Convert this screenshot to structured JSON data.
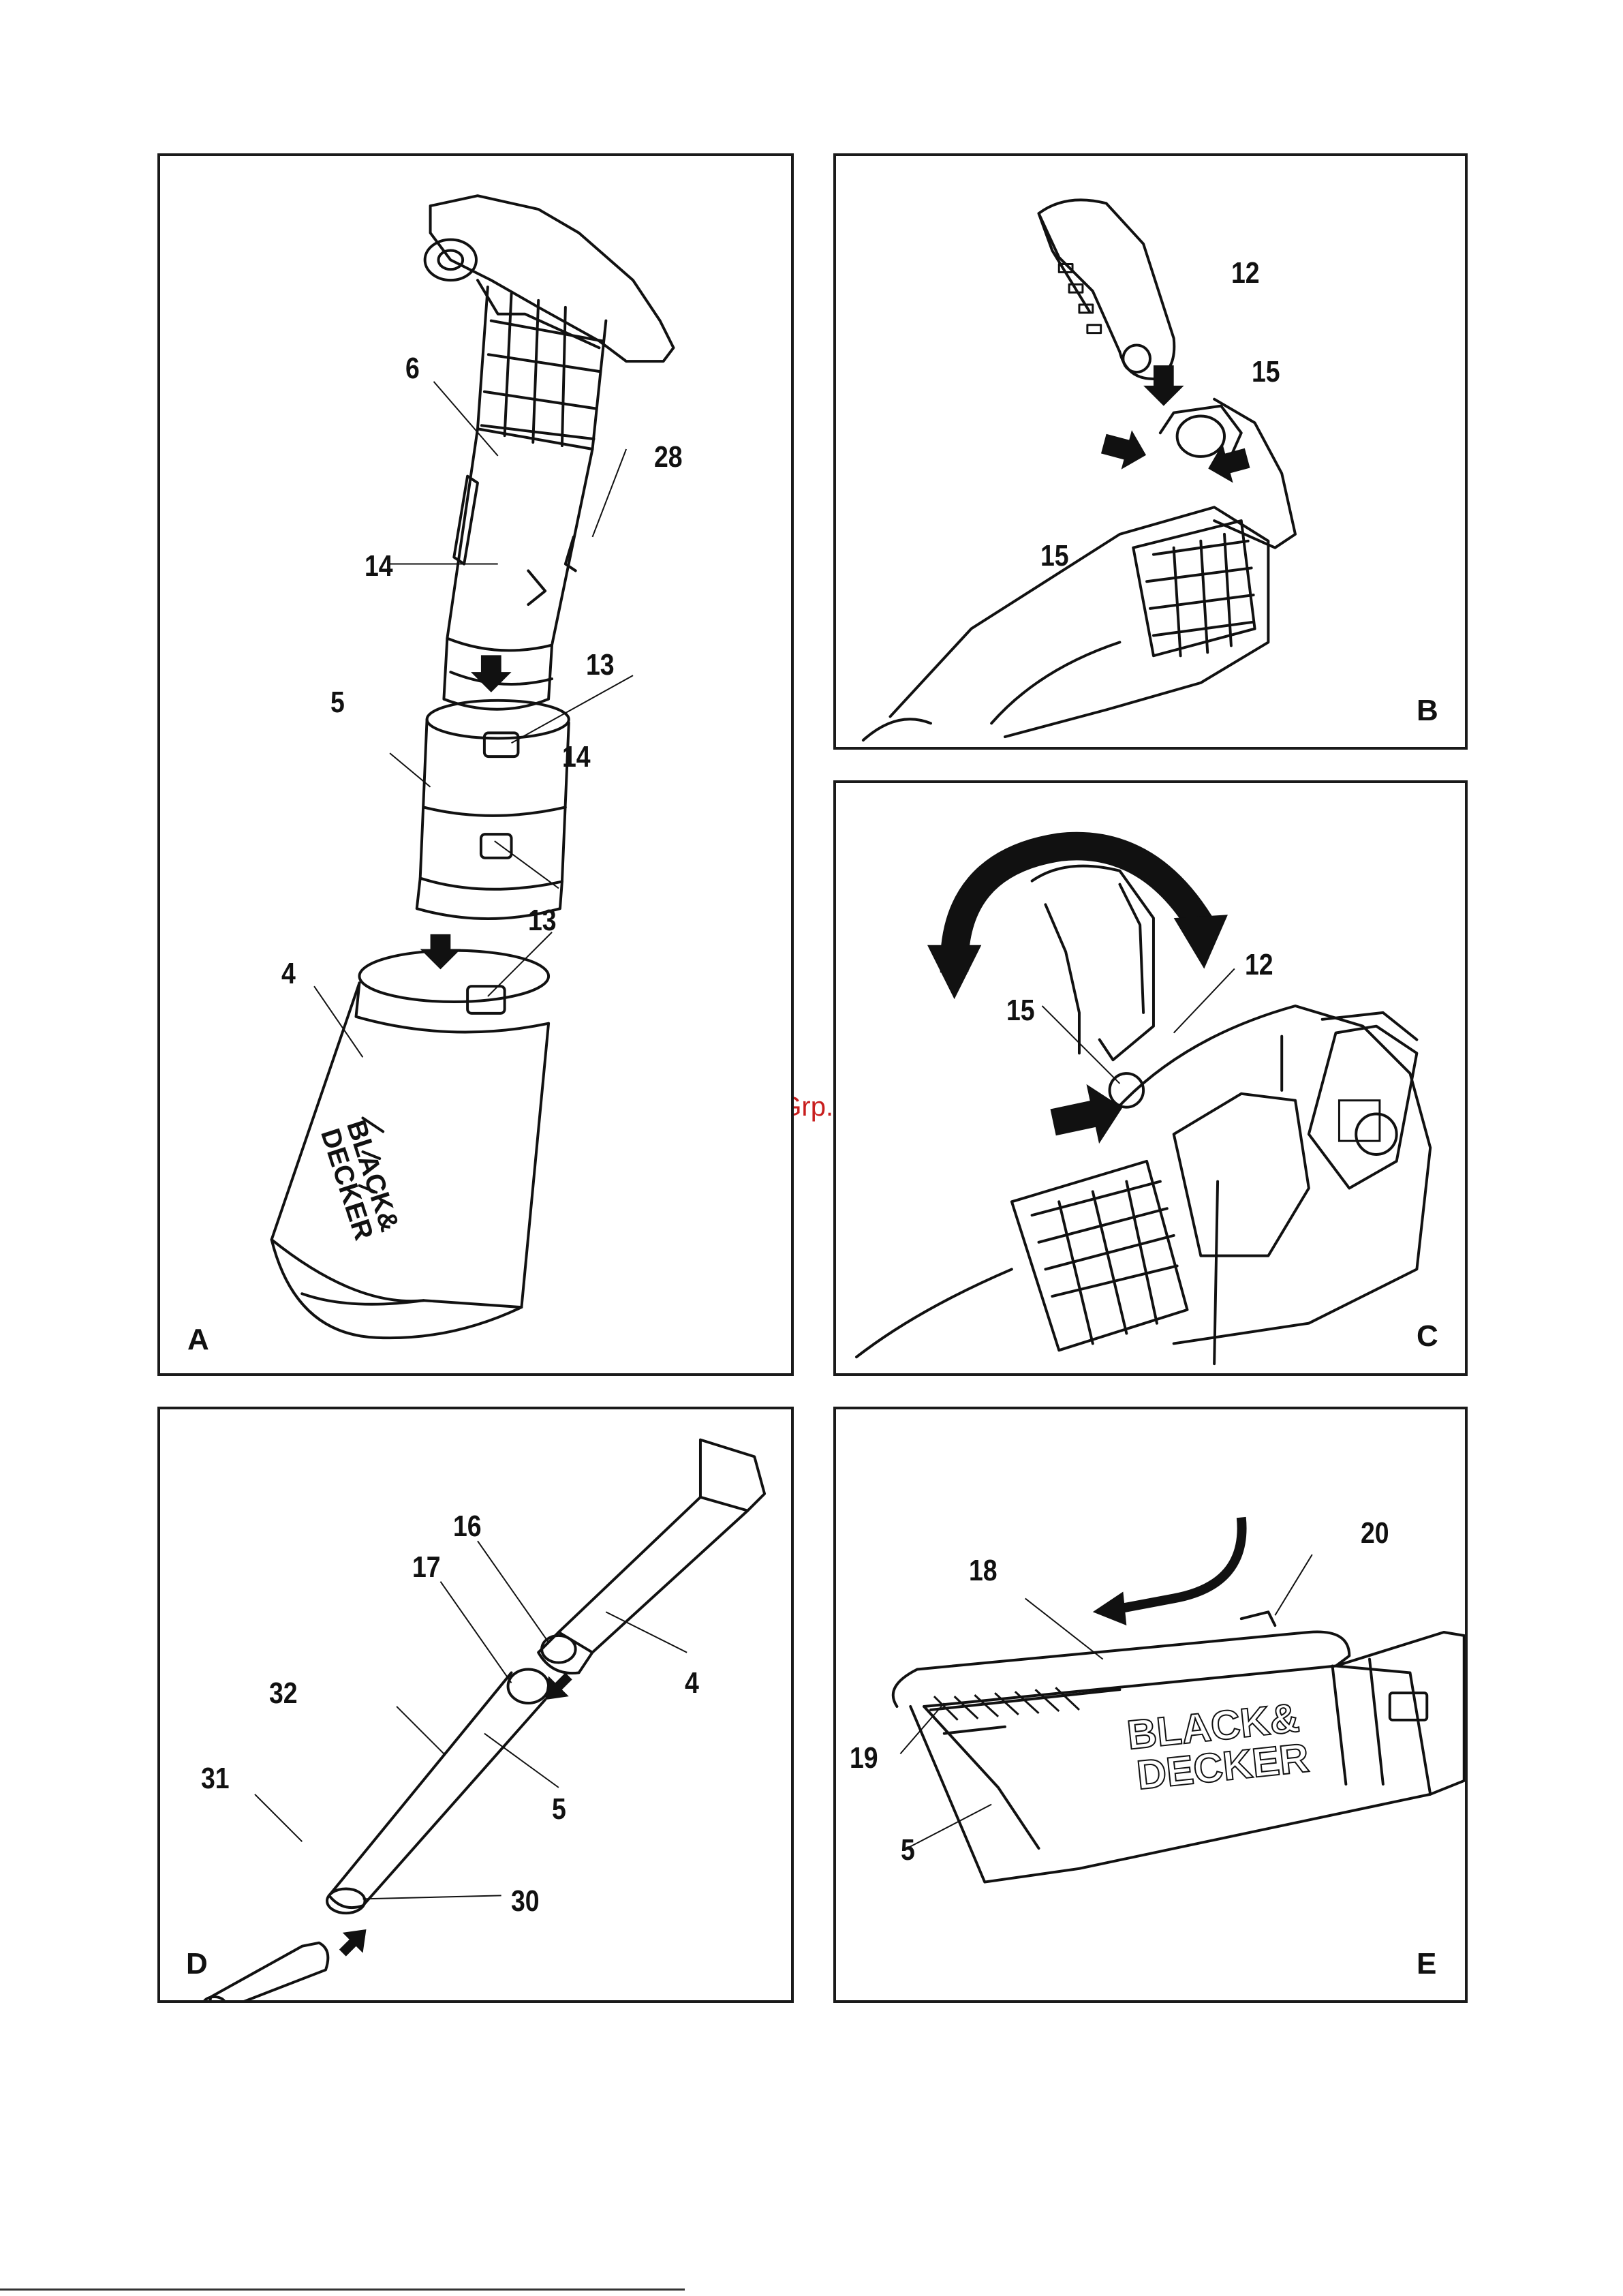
{
  "watermark": "McGrp.Ru",
  "panels": {
    "a": {
      "letter": "A",
      "callouts": {
        "c6": "6",
        "c28": "28",
        "c14a": "14",
        "c13a": "13",
        "c5": "5",
        "c14b": "14",
        "c13b": "13",
        "c4": "4"
      }
    },
    "b": {
      "letter": "B",
      "callouts": {
        "c12": "12",
        "c15a": "15",
        "c15b": "15"
      }
    },
    "c": {
      "letter": "C",
      "callouts": {
        "c12": "12",
        "c15": "15"
      }
    },
    "d": {
      "letter": "D",
      "callouts": {
        "c16": "16",
        "c17": "17",
        "c4": "4",
        "c32": "32",
        "c5": "5",
        "c31": "31",
        "c30": "30"
      }
    },
    "e": {
      "letter": "E",
      "callouts": {
        "c20": "20",
        "c18": "18",
        "c19": "19",
        "c5": "5"
      }
    }
  },
  "brand_marks": {
    "line1": "BLACK&",
    "line2": "DECKER"
  }
}
